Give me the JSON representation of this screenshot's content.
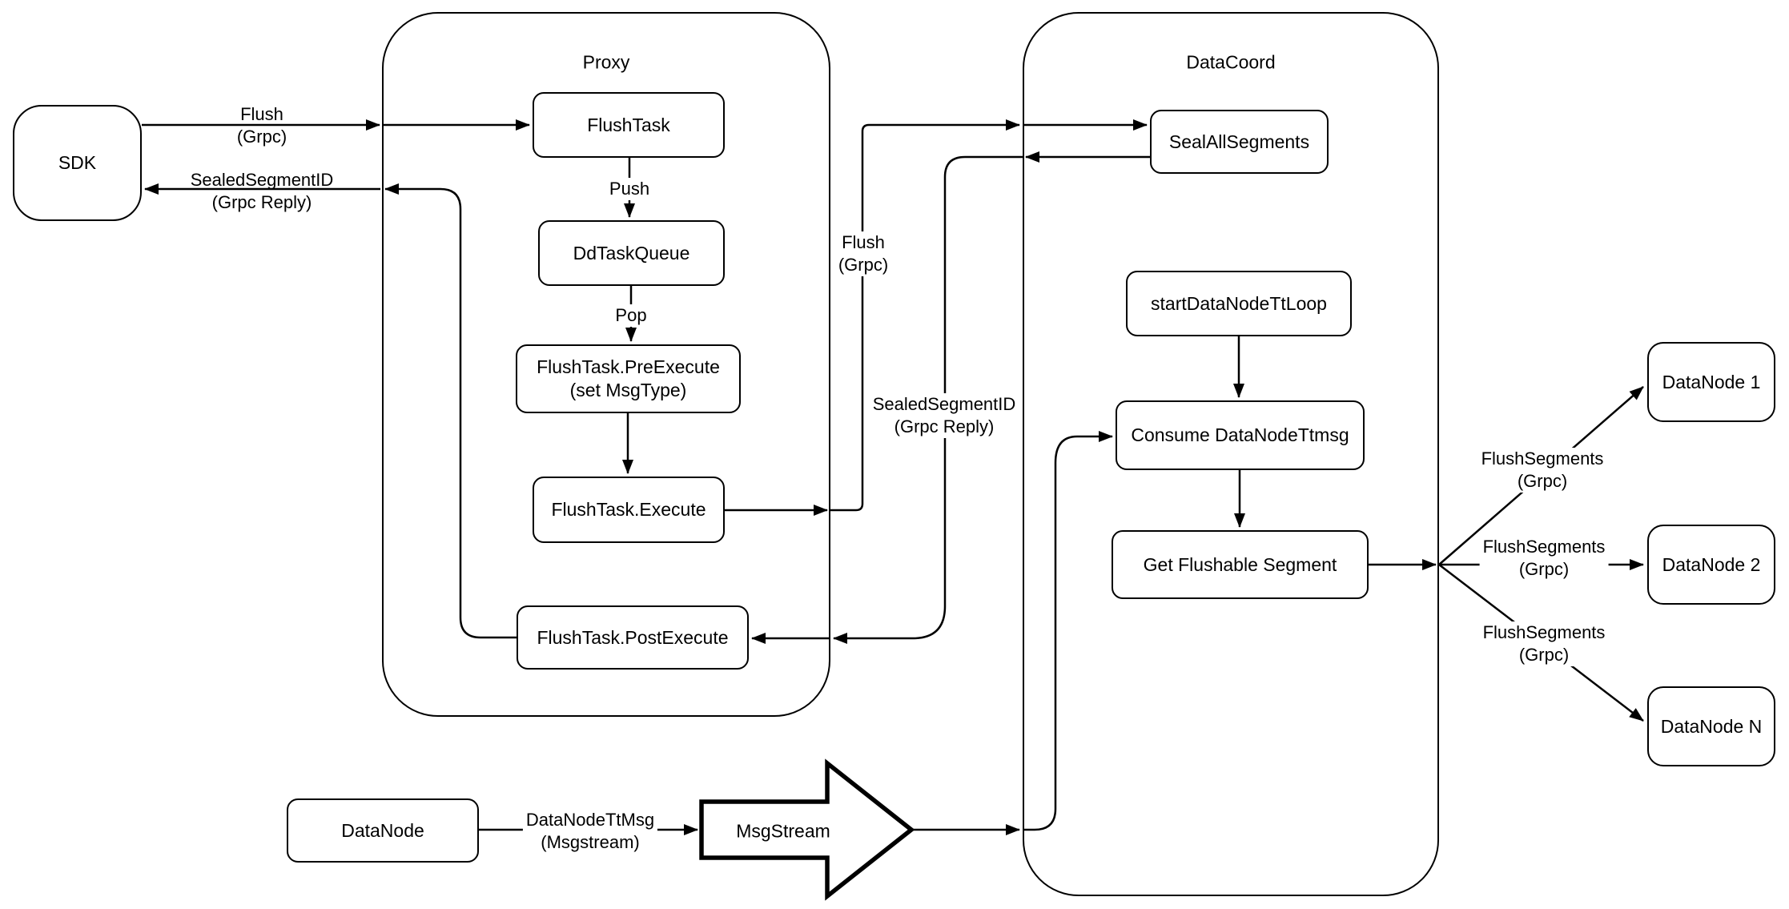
{
  "containers": {
    "proxy": {
      "label": "Proxy"
    },
    "datacoord": {
      "label": "DataCoord"
    }
  },
  "nodes": {
    "sdk": {
      "label": "SDK"
    },
    "flush_task": {
      "label": "FlushTask"
    },
    "dd_task_queue": {
      "label": "DdTaskQueue"
    },
    "pre_execute": {
      "label": "FlushTask.PreExecute\n(set MsgType)"
    },
    "execute": {
      "label": "FlushTask.Execute"
    },
    "post_execute": {
      "label": "FlushTask.PostExecute"
    },
    "seal_all_segments": {
      "label": "SealAllSegments"
    },
    "start_datanode_tt_loop": {
      "label": "startDataNodeTtLoop"
    },
    "consume_datanode_ttmsg": {
      "label": "Consume DataNodeTtmsg"
    },
    "get_flushable_segment": {
      "label": "Get Flushable Segment"
    },
    "datanode_1": {
      "label": "DataNode 1"
    },
    "datanode_2": {
      "label": "DataNode 2"
    },
    "datanode_n": {
      "label": "DataNode N"
    },
    "datanode_source": {
      "label": "DataNode"
    },
    "msgstream": {
      "label": "MsgStream"
    }
  },
  "edge_labels": {
    "flush_sdk_proxy": "Flush\n(Grpc)",
    "sealed_proxy_sdk": "SealedSegmentID\n(Grpc Reply)",
    "push": "Push",
    "pop": "Pop",
    "flush_proxy_datacoord": "Flush\n(Grpc)",
    "sealed_datacoord_proxy": "SealedSegmentID\n(Grpc Reply)",
    "flush_segments_1": "FlushSegments\n(Grpc)",
    "flush_segments_2": "FlushSegments\n(Grpc)",
    "flush_segments_n": "FlushSegments\n(Grpc)",
    "datanode_ttmsg": "DataNodeTtMsg\n(Msgstream)"
  },
  "colors": {
    "stroke": "#000000",
    "background": "#ffffff"
  }
}
